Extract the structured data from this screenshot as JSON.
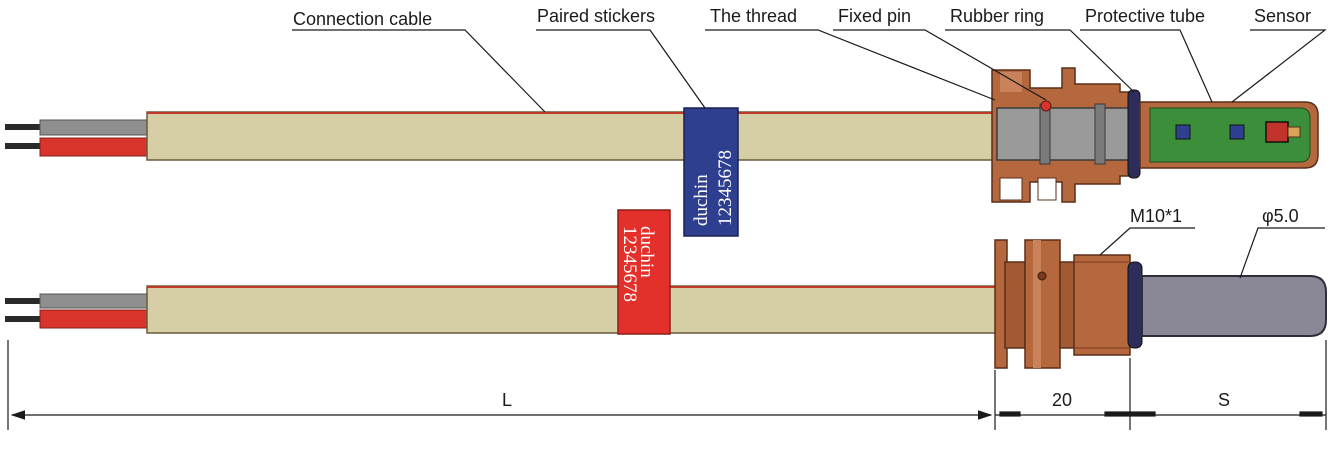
{
  "labels": {
    "connection_cable": "Connection cable",
    "paired_stickers": "Paired stickers",
    "the_thread": "The thread",
    "fixed_pin": "Fixed pin",
    "rubber_ring": "Rubber ring",
    "protective_tube": "Protective tube",
    "sensor": "Sensor",
    "thread_spec": "M10*1",
    "diameter": "φ5.0"
  },
  "stickers": {
    "brand": "duchin",
    "code": "12345678"
  },
  "dimensions": {
    "length": "L",
    "fitting": "20",
    "sensor_length": "S"
  },
  "colors": {
    "cable_jacket": "#d6cfa5",
    "brass": "#b5673e",
    "steel": "#9a9a9a",
    "sensor_board": "#3c8f3a",
    "sticker_blue": "#2f3f8f",
    "sticker_red": "#e3302a",
    "wire_red": "#d8342b",
    "wire_gray": "#8f8f8f",
    "wire_dark": "#2a2a2a",
    "probe": "#8a8896",
    "rubber": "#2d2d5a"
  }
}
